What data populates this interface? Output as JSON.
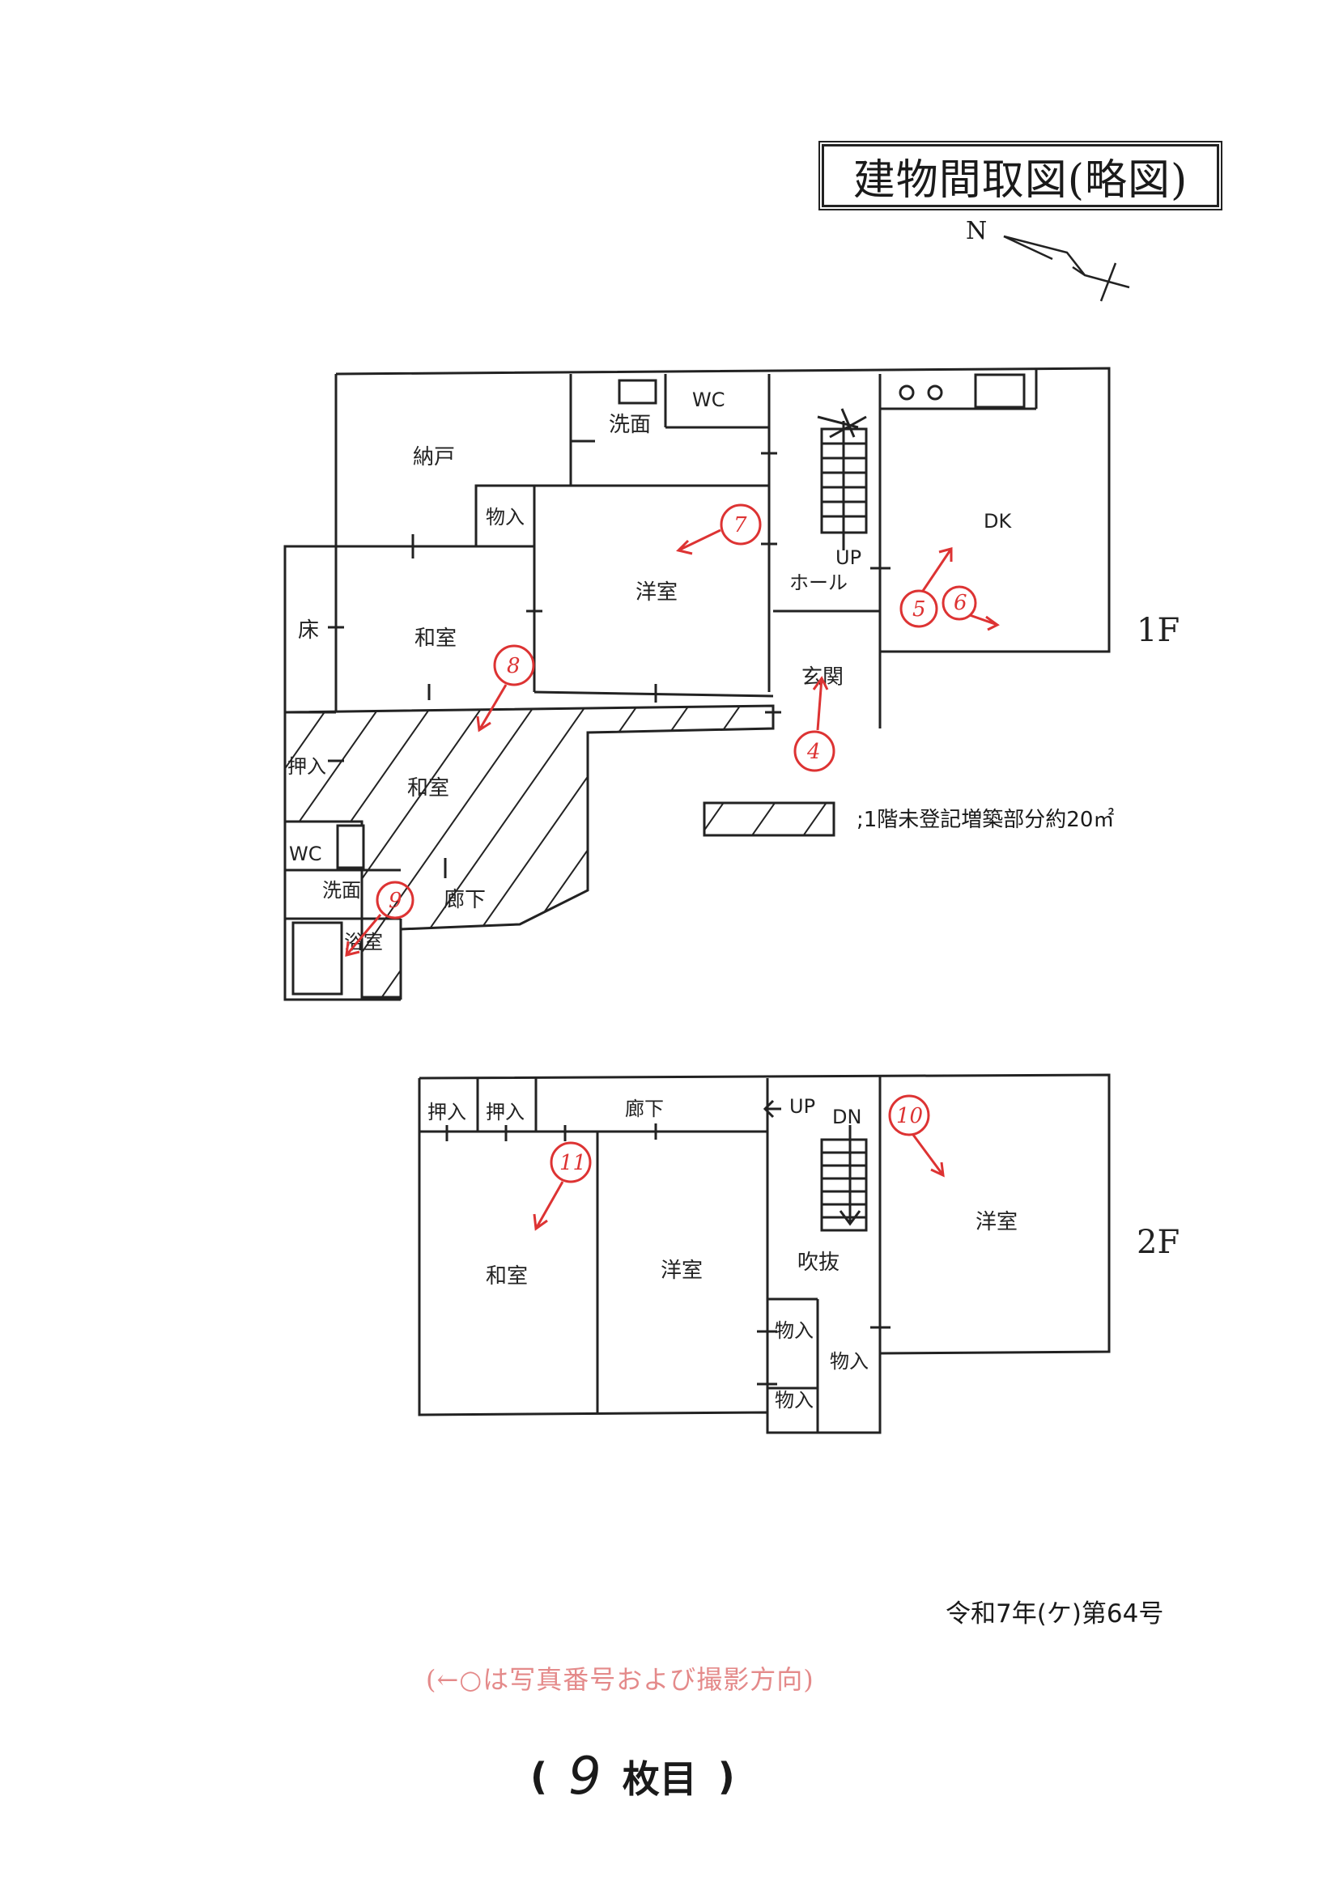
{
  "title": "建物間取図(略図)",
  "north_label": "N",
  "floors": {
    "first": {
      "label": "1F",
      "rooms": {
        "nando": "納戸",
        "senmen": "洗面",
        "wc": "WC",
        "monoire": "物入",
        "youshitsu": "洋室",
        "up": "UP",
        "hall": "ホール",
        "dk": "DK",
        "toko": "床",
        "washitsu": "和室",
        "genkan": "玄関",
        "oshiire": "押入",
        "washitsu2": "和室",
        "wc2": "WC",
        "senmen2": "洗面",
        "yokushitsu": "浴室",
        "rouka": "廊下"
      }
    },
    "second": {
      "label": "2F",
      "rooms": {
        "oshiire1": "押入",
        "oshiire2": "押入",
        "rouka": "廊下",
        "up": "UP",
        "dn": "DN",
        "washitsu": "和室",
        "youshitsu": "洋室",
        "fukinuke": "吹抜",
        "monoire1": "物入",
        "monoire2": "物入",
        "monoire3": "物入",
        "youshitsu2": "洋室"
      }
    }
  },
  "photo_markers": [
    "4",
    "5",
    "6",
    "7",
    "8",
    "9",
    "10",
    "11"
  ],
  "legend": ";1階未登記増築部分約20㎡",
  "case_number": "令和7年(ケ)第64号",
  "stamp_note": "(←○は写真番号および撮影方向)",
  "sheet": {
    "open": "(",
    "number": "9",
    "label": "枚目",
    "close": ")"
  },
  "colors": {
    "line": "#222222",
    "marker": "#d33333",
    "stamp": "#e48a8a"
  }
}
